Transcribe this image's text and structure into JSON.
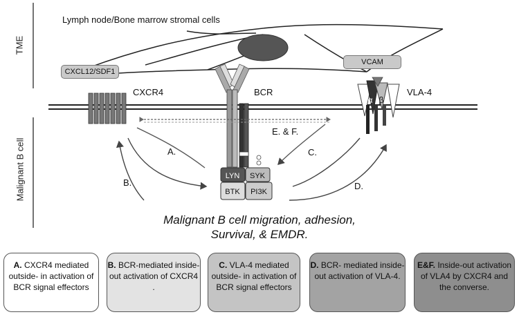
{
  "labels": {
    "stroma": "Lymph node/Bone marrow stromal cells",
    "tme": "TME",
    "malignant_b_cell": "Malignant B cell",
    "cxcl12": "CXCL12/SDF1",
    "vcam": "VCAM",
    "cxcr4": "CXCR4",
    "bcr": "BCR",
    "vla4": "VLA-4",
    "ef": "E. & F.",
    "a": "A.",
    "b": "B.",
    "c": "C.",
    "d": "D.",
    "lyn": "LYN",
    "syk": "SYK",
    "btk": "BTK",
    "pi3k": "PI3K",
    "alpha": "α",
    "beta": "β"
  },
  "caption": {
    "line1": "Malignant B cell migration, adhesion,",
    "line2": "Survival,  &  EMDR."
  },
  "legend": [
    {
      "key": "A.",
      "text": "CXCR4 mediated outside- in activation of BCR signal effectors",
      "color": "#ffffff"
    },
    {
      "key": "B.",
      "text": "BCR-mediated inside- out activation  of CXCR4 .",
      "color": "#e3e3e3"
    },
    {
      "key": "C.",
      "text": "VLA-4 mediated outside- in activation of BCR signal effectors",
      "color": "#c4c4c4"
    },
    {
      "key": "D.",
      "text": "BCR- mediated inside- out activation  of VLA-4.",
      "color": "#a3a3a3"
    },
    {
      "key": "E&F.",
      "text": "Inside-out activation of VLA4 by CXCR4 and the converse.",
      "color": "#8e8e8e"
    }
  ]
}
